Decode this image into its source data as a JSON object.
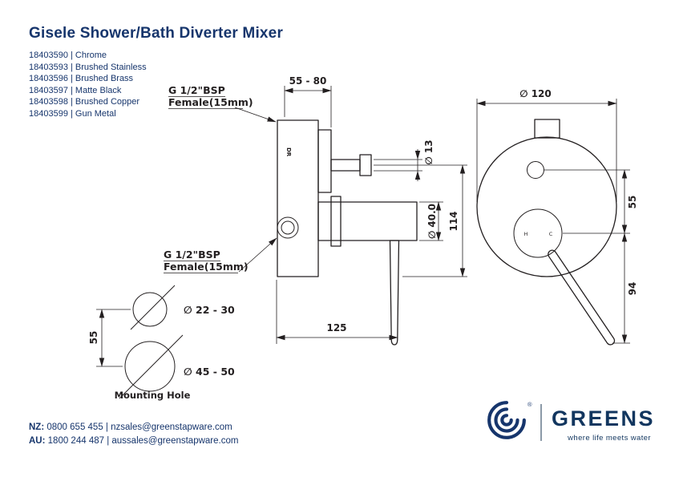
{
  "header": {
    "title": "Gisele Shower/Bath Diverter Mixer",
    "codes": [
      "18403590 | Chrome",
      "18403593 | Brushed Stainless",
      "18403596 | Brushed Brass",
      "18403597 | Matte Black",
      "18403598 | Brushed Copper",
      "18403599 | Gun Metal"
    ]
  },
  "drawing": {
    "side": {
      "dim_depth_range": "55 - 80",
      "top_port_line1": "G 1/2\"BSP",
      "top_port_line2": "Female(15mm)",
      "bottom_port_line1": "G 1/2\"BSP",
      "bottom_port_line2": "Female(15mm)",
      "dim_pipe_dia": "∅ 13",
      "dim_body_dia": "∅ 40.0",
      "dim_height": "114",
      "dim_depth": "125",
      "body_marking": "DR"
    },
    "front": {
      "dim_dia": "∅ 120",
      "dim_button_offset": "55",
      "dim_handle_len": "94",
      "hot": "H",
      "cold": "C"
    },
    "mounting": {
      "dim_small_hole": "∅ 22 - 30",
      "dim_large_hole": "∅ 45 - 50",
      "dim_spacing": "55",
      "caption": "Mounting Hole"
    }
  },
  "footer": {
    "nz_label": "NZ:",
    "nz_text": "0800 655 455 | nzsales@greenstapware.com",
    "au_label": "AU:",
    "au_text": "1800 244 487 | aussales@greenstapware.com",
    "brand": "GREENS",
    "registered": "®",
    "tagline": "where life meets water"
  },
  "colors": {
    "navy": "#16356c",
    "ink": "#231f20"
  }
}
